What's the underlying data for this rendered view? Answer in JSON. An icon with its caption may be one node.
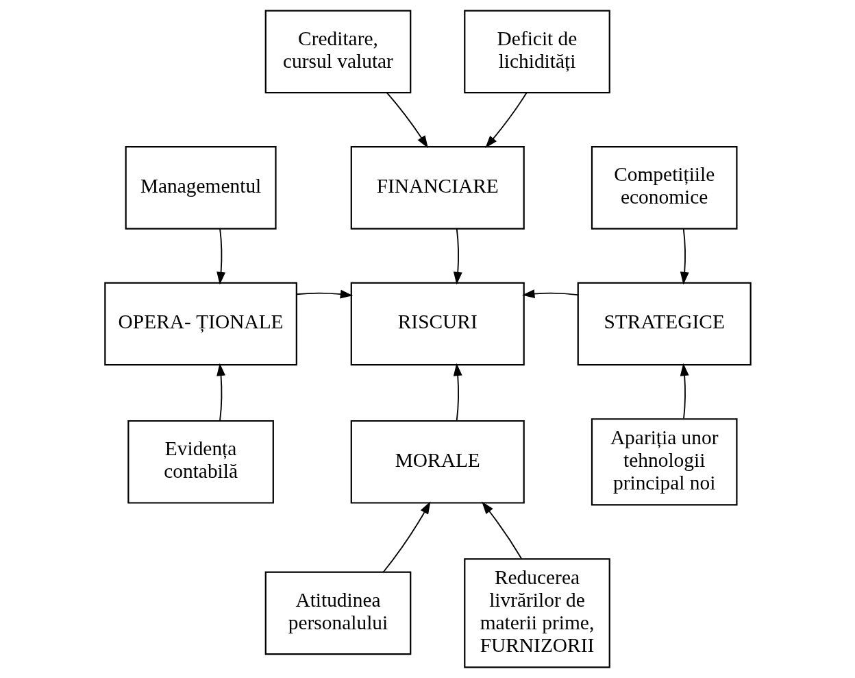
{
  "diagram": {
    "nodes": [
      {
        "text": [
          "Creditare, cursul valutar"
        ]
      },
      {
        "text": [
          "Deficit de lichidități"
        ]
      },
      {
        "text": [
          "FINANCIARE"
        ]
      },
      {
        "text": [
          "Managementul"
        ]
      },
      {
        "text": [
          "Competițiile economice"
        ]
      },
      {
        "text": [
          "OPERA- ȚIONALE"
        ]
      },
      {
        "text": [
          "RISCURI"
        ]
      },
      {
        "text": [
          "STRATEGICE"
        ]
      },
      {
        "text": [
          "MORALE"
        ]
      },
      {
        "text": [
          "Evidența contabilă"
        ]
      },
      {
        "text": [
          "Apariția unor tehnologii principal noi"
        ]
      },
      {
        "text": [
          "Atitudinea personalului"
        ]
      },
      {
        "text": [
          "Reducerea livrărilor de materii prime, FURNIZORII"
        ]
      }
    ],
    "edges": [
      {
        "from": 0,
        "to": 2,
        "arrow": "to"
      },
      {
        "from": 1,
        "to": 2,
        "arrow": "to"
      },
      {
        "from": 3,
        "to": 5,
        "arrow": "to"
      },
      {
        "from": 2,
        "to": 6,
        "arrow": "to"
      },
      {
        "from": 4,
        "to": 7,
        "arrow": "to"
      },
      {
        "from": 5,
        "to": 6,
        "arrow": "to"
      },
      {
        "from": 7,
        "to": 6,
        "arrow": "to"
      },
      {
        "from": 9,
        "to": 5,
        "arrow": "to"
      },
      {
        "from": 8,
        "to": 6,
        "arrow": "to"
      },
      {
        "from": 10,
        "to": 7,
        "arrow": "to"
      },
      {
        "from": 11,
        "to": 8,
        "arrow": "to"
      },
      {
        "from": 12,
        "to": 8,
        "arrow": "to"
      }
    ]
  }
}
